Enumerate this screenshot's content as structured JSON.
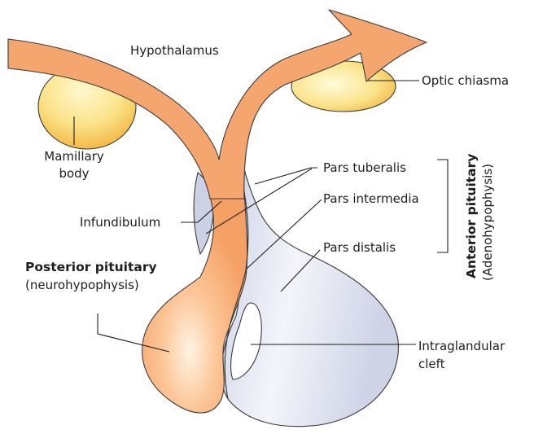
{
  "labels": {
    "hypothalamus": "Hypothalamus",
    "optic_chiasma": "Optic chiasma",
    "mamillary_body": [
      "Mamillary",
      "body"
    ],
    "infundibulum": "Infundibulum",
    "pars_tuberalis": "Pars tuberalis",
    "pars_intermedia": "Pars intermedia",
    "pars_distalis": "Pars distalis",
    "posterior_pituitary_title": "Posterior pituitary",
    "posterior_pituitary_sub": "(neurohypophysis)",
    "anterior_pituitary_title": "Anterior pituitary",
    "anterior_pituitary_sub": "(Adenohypophysis)",
    "intraglandular_cleft": [
      "Intraglandular",
      "cleft"
    ]
  },
  "colors": {
    "hypothalamus_fill": "#f5a66e",
    "posterior_lobe": "#f7ab72",
    "anterior_lobe": "#d4d8ea",
    "mamillary_fill": "#f6c94e",
    "text": "#1e1e1e"
  }
}
